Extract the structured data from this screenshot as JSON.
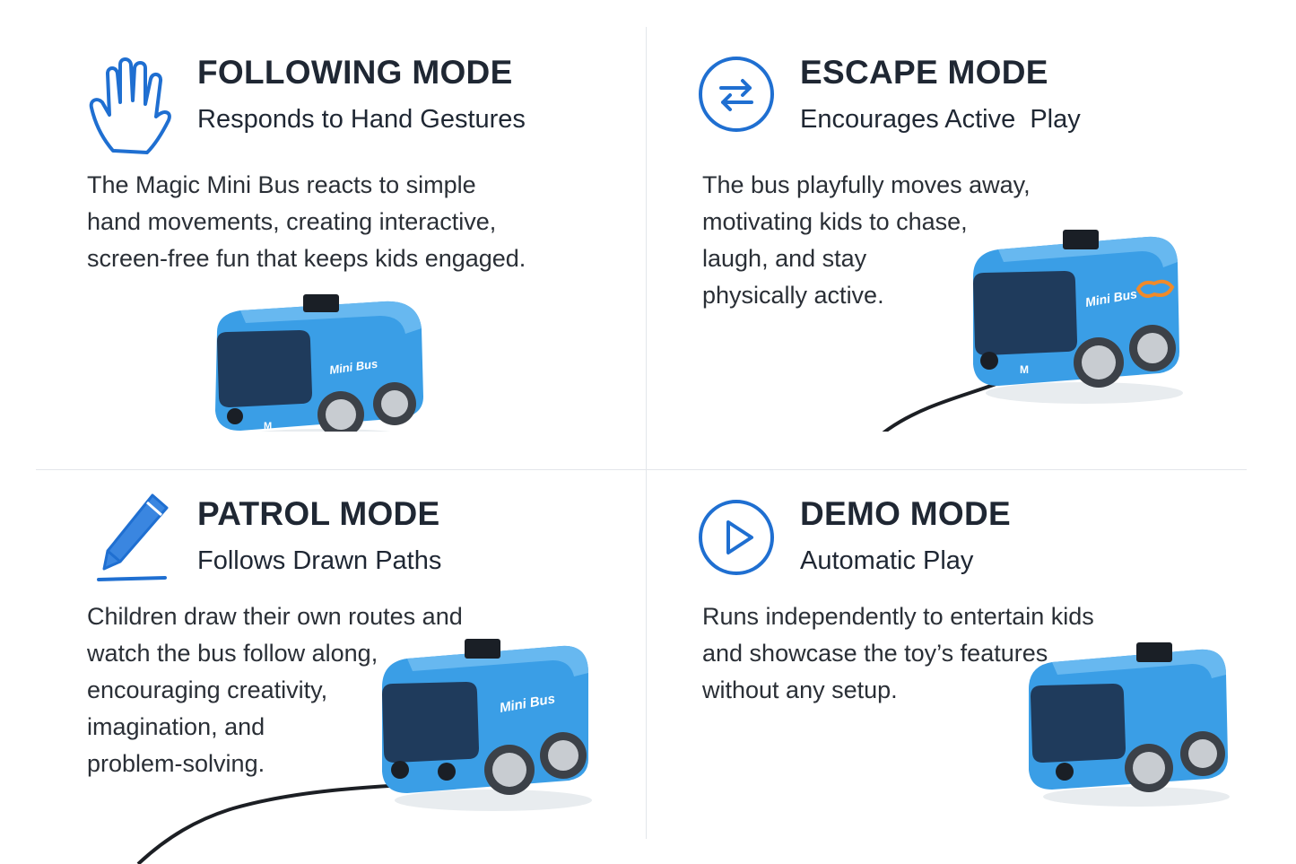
{
  "modes": [
    {
      "icon": "hand-icon",
      "title": "FOLLOWING MODE",
      "subtitle": "Responds to Hand Gestures",
      "description": [
        "The Magic Mini Bus reacts to simple",
        "hand movements, creating interactive,",
        "screen-free fun that keeps kids engaged."
      ],
      "bus_label": "Mini Bus",
      "bus_badge": "M"
    },
    {
      "icon": "swap-arrows-icon",
      "title": "ESCAPE MODE",
      "subtitle": "Encourages Active  Play",
      "description": [
        "The bus playfully moves away,",
        "motivating kids to chase,",
        "laugh, and stay",
        "physically active."
      ],
      "bus_label": "Mini Bus",
      "bus_badge": "M"
    },
    {
      "icon": "pencil-icon",
      "title": "PATROL MODE",
      "subtitle": "Follows Drawn Paths",
      "description": [
        "Children draw their own routes and",
        "watch the bus follow along,",
        "encouraging creativity,",
        "imagination, and",
        "problem-solving."
      ],
      "bus_label": "Mini Bus"
    },
    {
      "icon": "play-icon",
      "title": "DEMO MODE",
      "subtitle": "Automatic Play",
      "description": [
        "Runs independently to entertain kids",
        "and showcase the toy’s features",
        "without any setup."
      ]
    }
  ],
  "colors": {
    "accent": "#1f6fd1",
    "bus_body": "#3a9ee6",
    "bus_window": "#1f3b5c",
    "text": "#1f2733"
  }
}
